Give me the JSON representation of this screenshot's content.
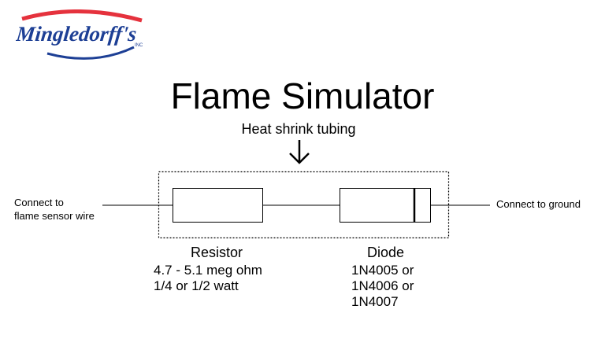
{
  "logo": {
    "text": "Mingledorff's",
    "inc": "INC"
  },
  "title": "Flame Simulator",
  "tubing_label": "Heat shrink tubing",
  "left_connection": {
    "line1": "Connect to",
    "line2": "flame sensor wire"
  },
  "right_connection": {
    "label": "Connect to ground"
  },
  "resistor": {
    "heading": "Resistor",
    "spec1": "4.7 - 5.1 meg ohm",
    "spec2": "1/4 or 1/2 watt"
  },
  "diode": {
    "heading": "Diode",
    "part1": "1N4005 or",
    "part2": "1N4006 or",
    "part3": "1N4007"
  },
  "colors": {
    "logo_blue": "#1d3f95",
    "logo_red": "#e5323d"
  }
}
